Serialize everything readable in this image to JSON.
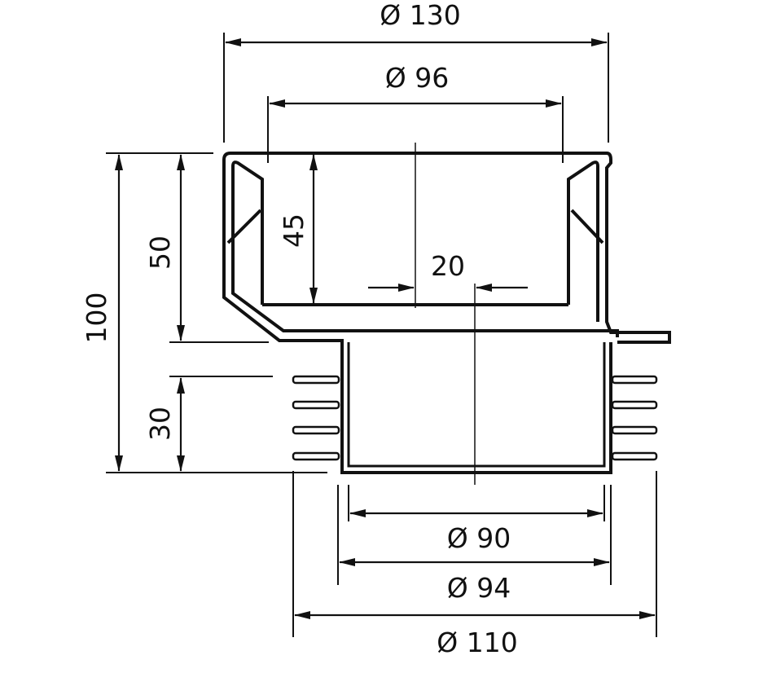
{
  "dimensions": {
    "d130": "Ø 130",
    "d96": "Ø 96",
    "d90": "Ø 90",
    "d94": "Ø 94",
    "d110": "Ø 110",
    "h100": "100",
    "h50": "50",
    "h45": "45",
    "h30": "30",
    "offset20": "20"
  }
}
